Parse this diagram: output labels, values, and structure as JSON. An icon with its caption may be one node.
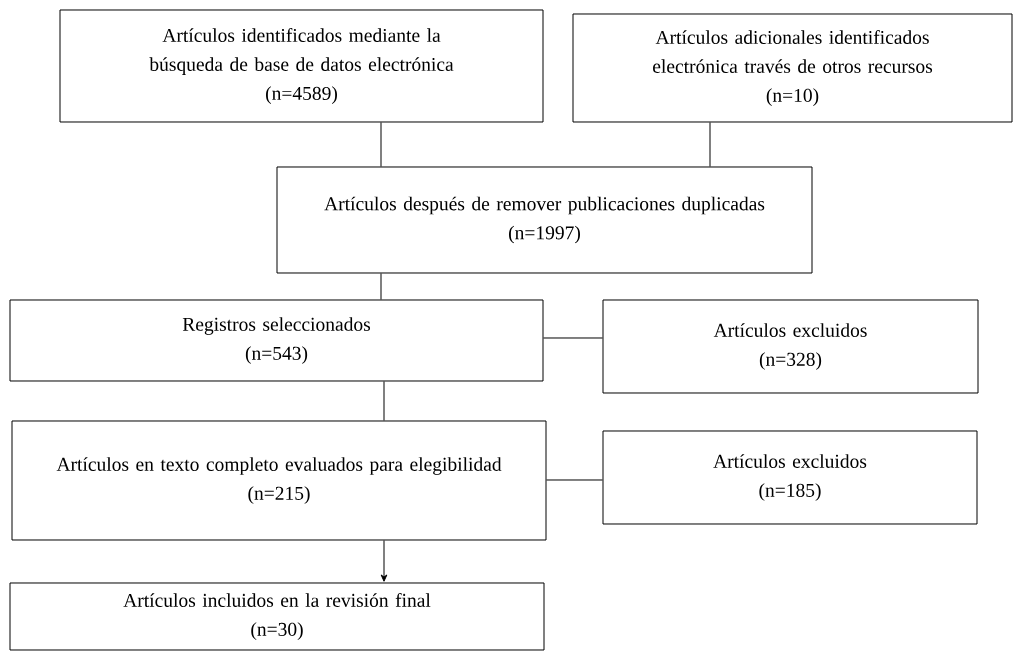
{
  "diagram": {
    "nodes": [
      {
        "text": [
          "Artículos identificados mediante la búsqueda de base de datos electrónica",
          "(n=4589)"
        ]
      },
      {
        "text": [
          "Artículos adicionales identificados electrónica través de otros recursos",
          "(n=10)"
        ]
      },
      {
        "text": [
          "Artículos después de remover publicaciones duplicadas",
          "(n=1997)"
        ]
      },
      {
        "text": [
          "Registros seleccionados",
          "(n=543)"
        ]
      },
      {
        "text": [
          "Artículos excluidos",
          "(n=328)"
        ]
      },
      {
        "text": [
          "Artículos en texto completo evaluados para elegibilidad",
          "(n=215)"
        ]
      },
      {
        "text": [
          "Artículos excluidos",
          "(n=185)"
        ]
      },
      {
        "text": [
          "Artículos incluidos en la revisión final",
          "(n=30)"
        ]
      }
    ],
    "edges": [
      {
        "from": 0,
        "to": 2,
        "arrow": "none"
      },
      {
        "from": 1,
        "to": 2,
        "arrow": "none"
      },
      {
        "from": 2,
        "to": 3,
        "arrow": "none"
      },
      {
        "from": 3,
        "to": 4,
        "arrow": "none"
      },
      {
        "from": 3,
        "to": 5,
        "arrow": "none"
      },
      {
        "from": 5,
        "to": 6,
        "arrow": "none"
      },
      {
        "from": 5,
        "to": 7,
        "arrow": "to"
      }
    ]
  }
}
